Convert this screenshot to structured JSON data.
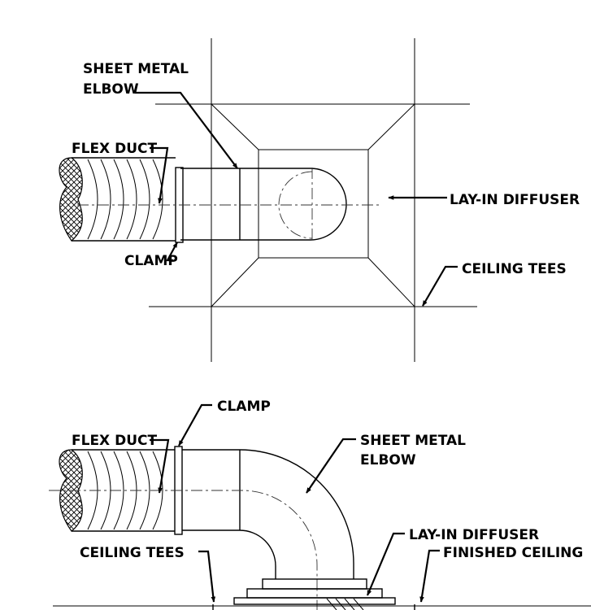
{
  "plan_view": {
    "labels": {
      "elbow_line1": "SHEET METAL",
      "elbow_line2": "ELBOW",
      "flex_duct": "FLEX DUCT",
      "diffuser": "LAY-IN DIFFUSER",
      "clamp": "CLAMP",
      "tees": "CEILING TEES"
    }
  },
  "elevation_view": {
    "labels": {
      "clamp": "CLAMP",
      "flex_duct": "FLEX DUCT",
      "elbow_line1": "SHEET METAL",
      "elbow_line2": "ELBOW",
      "diffuser": "LAY-IN DIFFUSER",
      "tees": "CEILING TEES",
      "ceiling": "FINISHED CEILING"
    }
  }
}
